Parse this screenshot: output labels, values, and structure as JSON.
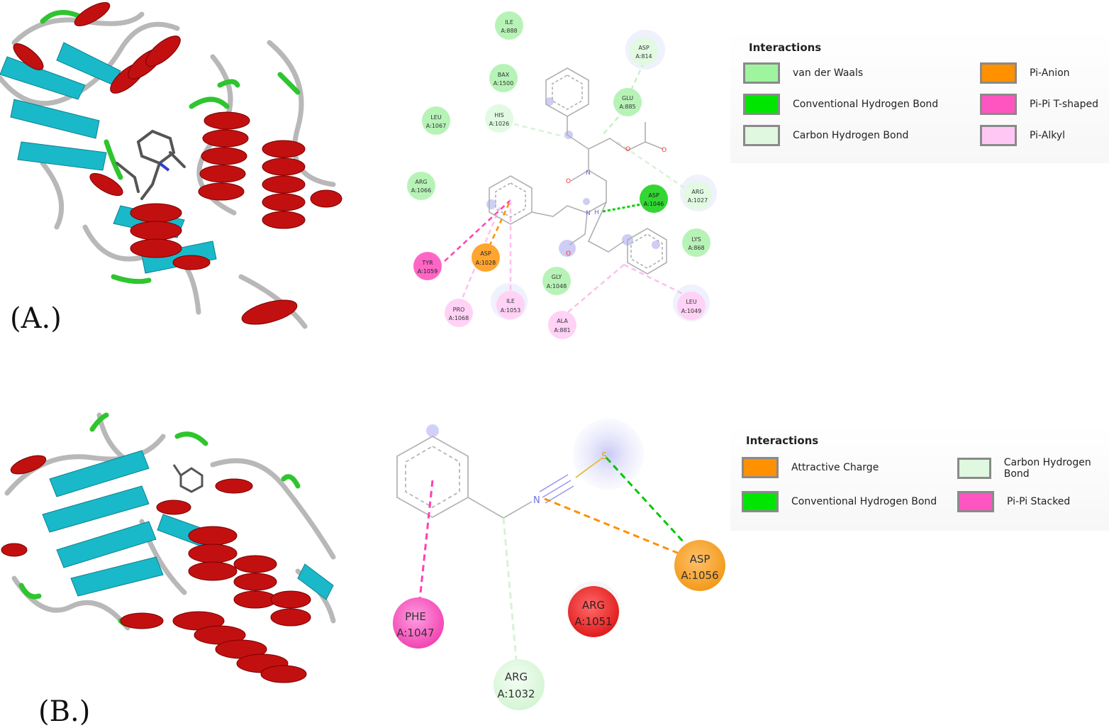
{
  "panels": [
    {
      "id": "A",
      "label": "(A.)",
      "legend": {
        "title": "Interactions",
        "items": [
          {
            "label": "van der Waals",
            "color": "#9ef59e"
          },
          {
            "label": "Conventional Hydrogen Bond",
            "color": "#00e600"
          },
          {
            "label": "Carbon Hydrogen Bond",
            "color": "#dff8df"
          },
          {
            "label": "Pi-Anion",
            "color": "#ff9000"
          },
          {
            "label": "Pi-Pi T-shaped",
            "color": "#ff55c0"
          },
          {
            "label": "Pi-Alkyl",
            "color": "#ffc8f4"
          }
        ]
      },
      "residues": [
        {
          "l1": "ILE",
          "l2": "A:888",
          "type": "vdw"
        },
        {
          "l1": "ASP",
          "l2": "A:814",
          "type": "chb"
        },
        {
          "l1": "BAX",
          "l2": "A:1500",
          "type": "vdw"
        },
        {
          "l1": "GLU",
          "l2": "A:885",
          "type": "vdw"
        },
        {
          "l1": "LEU",
          "l2": "A:1067",
          "type": "vdw"
        },
        {
          "l1": "HIS",
          "l2": "A:1026",
          "type": "chb"
        },
        {
          "l1": "ARG",
          "l2": "A:1066",
          "type": "vdw"
        },
        {
          "l1": "ASP",
          "l2": "A:1046",
          "type": "hb"
        },
        {
          "l1": "ARG",
          "l2": "A:1027",
          "type": "chb"
        },
        {
          "l1": "LYS",
          "l2": "A:868",
          "type": "vdw"
        },
        {
          "l1": "TYR",
          "l2": "A:1059",
          "type": "pit"
        },
        {
          "l1": "ASP",
          "l2": "A:1028",
          "type": "pia"
        },
        {
          "l1": "GLY",
          "l2": "A:1048",
          "type": "vdw"
        },
        {
          "l1": "ILE",
          "l2": "A:1053",
          "type": "pialk"
        },
        {
          "l1": "LEU",
          "l2": "A:1049",
          "type": "pialk"
        },
        {
          "l1": "PRO",
          "l2": "A:1068",
          "type": "pialk"
        },
        {
          "l1": "ALA",
          "l2": "A:881",
          "type": "pialk"
        }
      ]
    },
    {
      "id": "B",
      "label": "(B.)",
      "legend": {
        "title": "Interactions",
        "items": [
          {
            "label": "Attractive Charge",
            "color": "#ff9000"
          },
          {
            "label": "Conventional Hydrogen Bond",
            "color": "#00e600"
          },
          {
            "label": "Carbon Hydrogen Bond",
            "color": "#dff8df"
          },
          {
            "label": "Pi-Pi Stacked",
            "color": "#ff55c0"
          }
        ]
      },
      "residues": [
        {
          "l1": "ASP",
          "l2": "A:1056",
          "type": "charge"
        },
        {
          "l1": "ARG",
          "l2": "A:1051",
          "type": "unfav"
        },
        {
          "l1": "PHE",
          "l2": "A:1047",
          "type": "pipi"
        },
        {
          "l1": "ARG",
          "l2": "A:1032",
          "type": "chb"
        }
      ]
    }
  ]
}
